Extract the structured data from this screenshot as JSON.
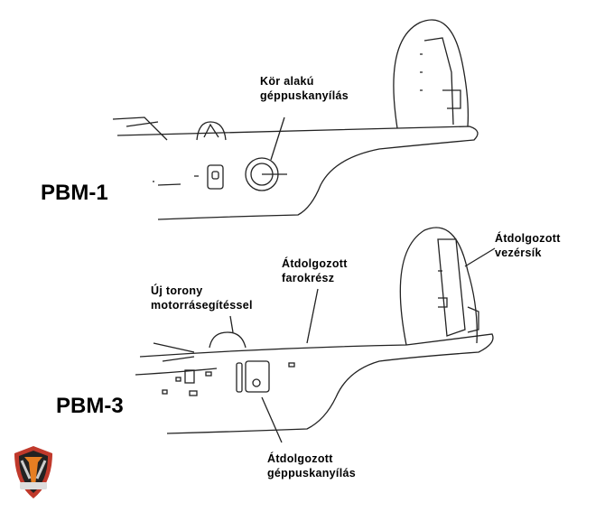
{
  "models": {
    "top": "PBM-1",
    "bottom": "PBM-3"
  },
  "labels": {
    "round_hatch": [
      "Kör alakú",
      "géppuskanyílás"
    ],
    "new_turret": [
      "Új torony",
      "motorrásegítéssel"
    ],
    "revised_tail": [
      "Átdolgozott",
      "farokrész"
    ],
    "revised_fin": [
      "Átdolgozott",
      "vezérsík"
    ],
    "revised_hatch": [
      "Átdolgozott",
      "géppuskanyílás"
    ]
  },
  "colors": {
    "line": "#222222",
    "logo_red": "#c0392b",
    "logo_orange": "#e67e22"
  }
}
